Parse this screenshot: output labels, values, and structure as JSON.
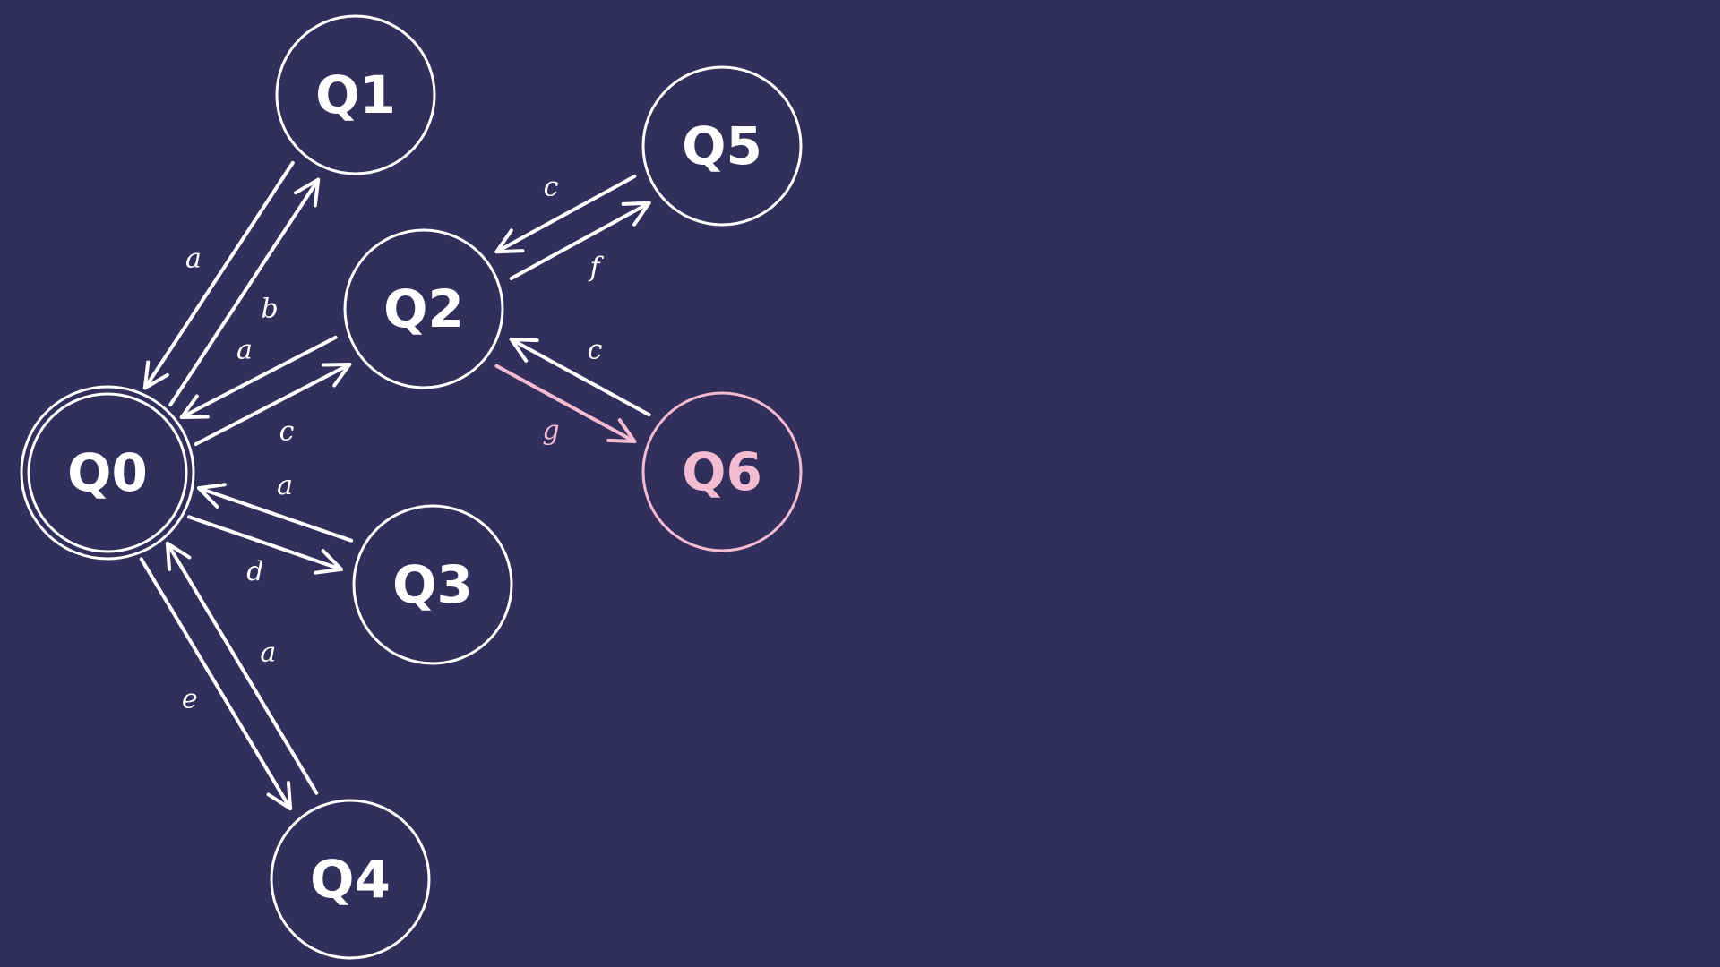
{
  "colors": {
    "background": "#322f5c",
    "default": "#ffffff",
    "highlight": "#f4bcd0"
  },
  "states": [
    {
      "id": "Q0",
      "label": "Q0",
      "accepting": true,
      "highlight": false
    },
    {
      "id": "Q1",
      "label": "Q1",
      "accepting": false,
      "highlight": false
    },
    {
      "id": "Q2",
      "label": "Q2",
      "accepting": false,
      "highlight": false
    },
    {
      "id": "Q3",
      "label": "Q3",
      "accepting": false,
      "highlight": false
    },
    {
      "id": "Q4",
      "label": "Q4",
      "accepting": false,
      "highlight": false
    },
    {
      "id": "Q5",
      "label": "Q5",
      "accepting": false,
      "highlight": false
    },
    {
      "id": "Q6",
      "label": "Q6",
      "accepting": false,
      "highlight": true
    }
  ],
  "transitions": [
    {
      "from": "Q0",
      "to": "Q1",
      "label": "b",
      "highlight": false
    },
    {
      "from": "Q1",
      "to": "Q0",
      "label": "a",
      "highlight": false
    },
    {
      "from": "Q0",
      "to": "Q2",
      "label": "c",
      "highlight": false
    },
    {
      "from": "Q2",
      "to": "Q0",
      "label": "a",
      "highlight": false
    },
    {
      "from": "Q0",
      "to": "Q3",
      "label": "d",
      "highlight": false
    },
    {
      "from": "Q3",
      "to": "Q0",
      "label": "a",
      "highlight": false
    },
    {
      "from": "Q0",
      "to": "Q4",
      "label": "e",
      "highlight": false
    },
    {
      "from": "Q4",
      "to": "Q0",
      "label": "a",
      "highlight": false
    },
    {
      "from": "Q2",
      "to": "Q5",
      "label": "f",
      "highlight": false
    },
    {
      "from": "Q5",
      "to": "Q2",
      "label": "c",
      "highlight": false
    },
    {
      "from": "Q2",
      "to": "Q6",
      "label": "g",
      "highlight": true
    },
    {
      "from": "Q6",
      "to": "Q2",
      "label": "c",
      "highlight": false
    }
  ]
}
